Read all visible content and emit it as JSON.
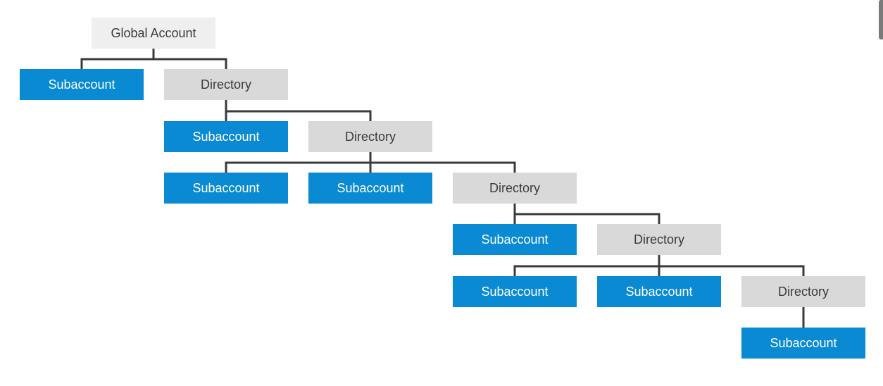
{
  "colors": {
    "subaccount": "#0a8ad2",
    "directory": "#d9d9d9",
    "global": "#efefef",
    "line": "#3a3a3a"
  },
  "nodes": [
    {
      "id": "global",
      "label": "Global Account",
      "kind": "global"
    },
    {
      "id": "sub-1",
      "label": "Subaccount",
      "kind": "sub"
    },
    {
      "id": "dir-1",
      "label": "Directory",
      "kind": "dir"
    },
    {
      "id": "sub-2",
      "label": "Subaccount",
      "kind": "sub"
    },
    {
      "id": "dir-2",
      "label": "Directory",
      "kind": "dir"
    },
    {
      "id": "sub-3",
      "label": "Subaccount",
      "kind": "sub"
    },
    {
      "id": "sub-4",
      "label": "Subaccount",
      "kind": "sub"
    },
    {
      "id": "dir-3",
      "label": "Directory",
      "kind": "dir"
    },
    {
      "id": "sub-5",
      "label": "Subaccount",
      "kind": "sub"
    },
    {
      "id": "dir-4",
      "label": "Directory",
      "kind": "dir"
    },
    {
      "id": "sub-6",
      "label": "Subaccount",
      "kind": "sub"
    },
    {
      "id": "sub-7",
      "label": "Subaccount",
      "kind": "sub"
    },
    {
      "id": "dir-5",
      "label": "Directory",
      "kind": "dir"
    },
    {
      "id": "sub-8",
      "label": "Subaccount",
      "kind": "sub"
    }
  ],
  "edges": [
    {
      "parent": "global",
      "children": [
        "sub-1",
        "dir-1"
      ]
    },
    {
      "parent": "dir-1",
      "children": [
        "sub-2",
        "dir-2"
      ]
    },
    {
      "parent": "dir-2",
      "children": [
        "sub-3",
        "sub-4",
        "dir-3"
      ]
    },
    {
      "parent": "dir-3",
      "children": [
        "sub-5",
        "dir-4"
      ]
    },
    {
      "parent": "dir-4",
      "children": [
        "sub-6",
        "sub-7",
        "dir-5"
      ]
    },
    {
      "parent": "dir-5",
      "children": [
        "sub-8"
      ]
    }
  ]
}
